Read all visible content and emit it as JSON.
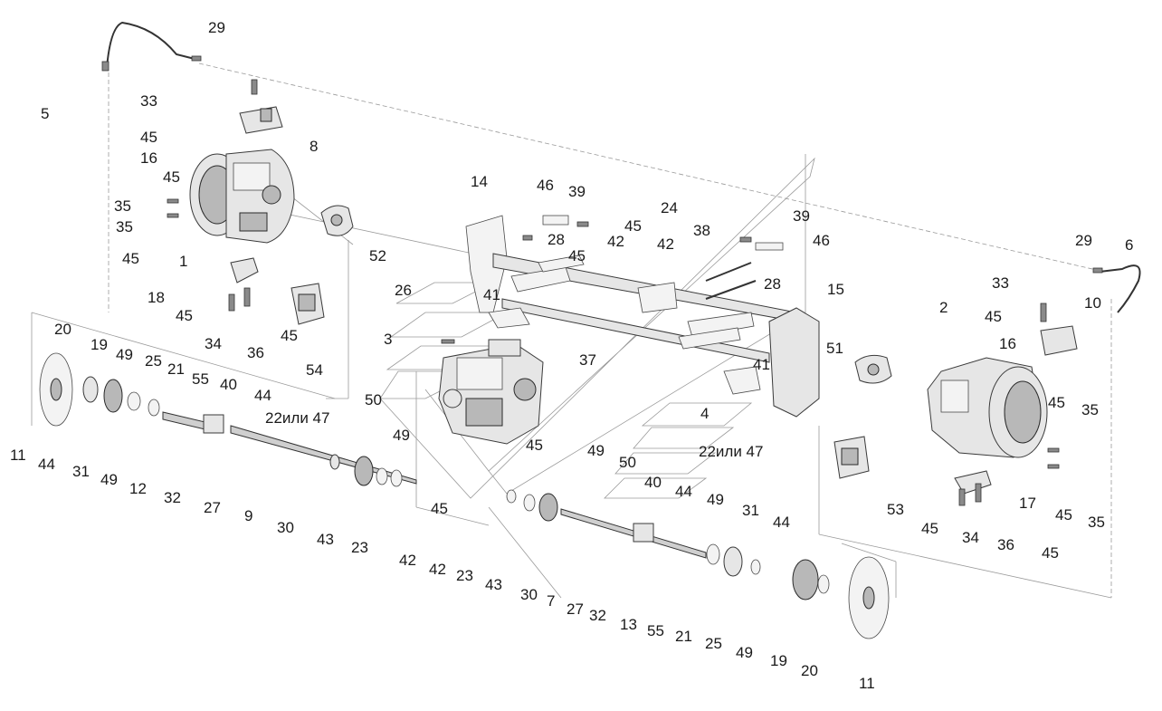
{
  "labels": [
    {
      "id": "l29a",
      "text": "29"
    },
    {
      "id": "l5",
      "text": "5"
    },
    {
      "id": "l33a",
      "text": "33"
    },
    {
      "id": "l45a",
      "text": "45"
    },
    {
      "id": "l8",
      "text": "8"
    },
    {
      "id": "l16a",
      "text": "16"
    },
    {
      "id": "l45b",
      "text": "45"
    },
    {
      "id": "l35a",
      "text": "35"
    },
    {
      "id": "l35b",
      "text": "35"
    },
    {
      "id": "l45c",
      "text": "45"
    },
    {
      "id": "l1",
      "text": "1"
    },
    {
      "id": "l18",
      "text": "18"
    },
    {
      "id": "l45d",
      "text": "45"
    },
    {
      "id": "l34a",
      "text": "34"
    },
    {
      "id": "l36a",
      "text": "36"
    },
    {
      "id": "l45e",
      "text": "45"
    },
    {
      "id": "l54",
      "text": "54"
    },
    {
      "id": "l14",
      "text": "14"
    },
    {
      "id": "l46a",
      "text": "46"
    },
    {
      "id": "l39a",
      "text": "39"
    },
    {
      "id": "l24",
      "text": "24"
    },
    {
      "id": "l45f",
      "text": "45"
    },
    {
      "id": "l42a",
      "text": "42"
    },
    {
      "id": "l28a",
      "text": "28"
    },
    {
      "id": "l42b",
      "text": "42"
    },
    {
      "id": "l38",
      "text": "38"
    },
    {
      "id": "l39b",
      "text": "39"
    },
    {
      "id": "l46b",
      "text": "46"
    },
    {
      "id": "l52",
      "text": "52"
    },
    {
      "id": "l45g",
      "text": "45"
    },
    {
      "id": "l26",
      "text": "26"
    },
    {
      "id": "l41a",
      "text": "41"
    },
    {
      "id": "l28b",
      "text": "28"
    },
    {
      "id": "l15",
      "text": "15"
    },
    {
      "id": "l29b",
      "text": "29"
    },
    {
      "id": "l6",
      "text": "6"
    },
    {
      "id": "l33b",
      "text": "33"
    },
    {
      "id": "l10",
      "text": "10"
    },
    {
      "id": "l2",
      "text": "2"
    },
    {
      "id": "l45h",
      "text": "45"
    },
    {
      "id": "l16b",
      "text": "16"
    },
    {
      "id": "l3",
      "text": "3"
    },
    {
      "id": "l37",
      "text": "37"
    },
    {
      "id": "l51",
      "text": "51"
    },
    {
      "id": "l41b",
      "text": "41"
    },
    {
      "id": "l45i",
      "text": "45"
    },
    {
      "id": "l35c",
      "text": "35"
    },
    {
      "id": "l20a",
      "text": "20"
    },
    {
      "id": "l19a",
      "text": "19"
    },
    {
      "id": "l49a",
      "text": "49"
    },
    {
      "id": "l25a",
      "text": "25"
    },
    {
      "id": "l21a",
      "text": "21"
    },
    {
      "id": "l55a",
      "text": "55"
    },
    {
      "id": "l40a",
      "text": "40"
    },
    {
      "id": "l44a",
      "text": "44"
    },
    {
      "id": "l22a",
      "text": "22или 47"
    },
    {
      "id": "l50a",
      "text": "50"
    },
    {
      "id": "l4",
      "text": "4"
    },
    {
      "id": "l11a",
      "text": "11"
    },
    {
      "id": "l44b",
      "text": "44"
    },
    {
      "id": "l31a",
      "text": "31"
    },
    {
      "id": "l49b",
      "text": "49"
    },
    {
      "id": "l12",
      "text": "12"
    },
    {
      "id": "l32a",
      "text": "32"
    },
    {
      "id": "l27a",
      "text": "27"
    },
    {
      "id": "l9",
      "text": "9"
    },
    {
      "id": "l30a",
      "text": "30"
    },
    {
      "id": "l43a",
      "text": "43"
    },
    {
      "id": "l23a",
      "text": "23"
    },
    {
      "id": "l49c",
      "text": "49"
    },
    {
      "id": "l45j",
      "text": "45"
    },
    {
      "id": "l49d",
      "text": "49"
    },
    {
      "id": "l22b",
      "text": "22или 47"
    },
    {
      "id": "l50b",
      "text": "50"
    },
    {
      "id": "l40b",
      "text": "40"
    },
    {
      "id": "l44c",
      "text": "44"
    },
    {
      "id": "l49e",
      "text": "49"
    },
    {
      "id": "l45k",
      "text": "45"
    },
    {
      "id": "l42c",
      "text": "42"
    },
    {
      "id": "l42d",
      "text": "42"
    },
    {
      "id": "l23b",
      "text": "23"
    },
    {
      "id": "l43b",
      "text": "43"
    },
    {
      "id": "l30b",
      "text": "30"
    },
    {
      "id": "l7",
      "text": "7"
    },
    {
      "id": "l27b",
      "text": "27"
    },
    {
      "id": "l32b",
      "text": "32"
    },
    {
      "id": "l13",
      "text": "13"
    },
    {
      "id": "l55b",
      "text": "55"
    },
    {
      "id": "l21b",
      "text": "21"
    },
    {
      "id": "l25b",
      "text": "25"
    },
    {
      "id": "l49f",
      "text": "49"
    },
    {
      "id": "l31b",
      "text": "31"
    },
    {
      "id": "l44d",
      "text": "44"
    },
    {
      "id": "l19b",
      "text": "19"
    },
    {
      "id": "l20b",
      "text": "20"
    },
    {
      "id": "l11b",
      "text": "11"
    },
    {
      "id": "l53",
      "text": "53"
    },
    {
      "id": "l45l",
      "text": "45"
    },
    {
      "id": "l34b",
      "text": "34"
    },
    {
      "id": "l36b",
      "text": "36"
    },
    {
      "id": "l45m",
      "text": "45"
    },
    {
      "id": "l17",
      "text": "17"
    },
    {
      "id": "l45n",
      "text": "45"
    },
    {
      "id": "l35d",
      "text": "35"
    }
  ]
}
